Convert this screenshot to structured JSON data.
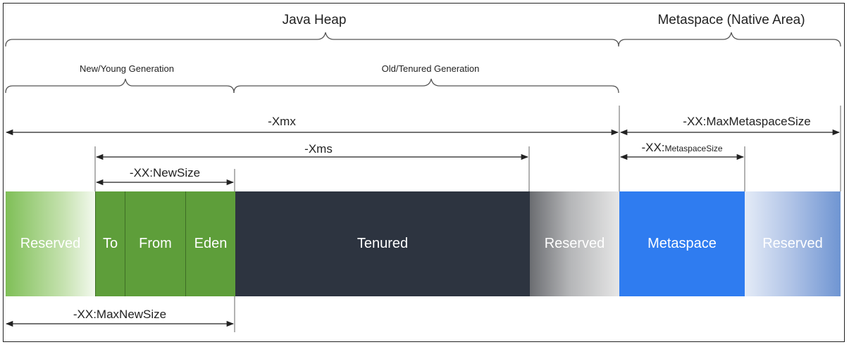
{
  "headers": {
    "java_heap": "Java Heap",
    "metaspace_native": "Metaspace (Native Area)",
    "young_gen": "New/Young  Generation",
    "old_gen": "Old/Tenured Generation"
  },
  "flags": {
    "xmx": "-Xmx",
    "xms": "-Xms",
    "new_size": "-XX:NewSize",
    "max_new_size": "-XX:MaxNewSize",
    "max_metaspace": "-XX:MaxMetaspaceSize",
    "metaspace_prefix": "-XX:",
    "metaspace_suffix": "MetaspaceSize"
  },
  "blocks": {
    "reserved_young": "Reserved",
    "to": "To",
    "from": "From",
    "eden": "Eden",
    "tenured": "Tenured",
    "reserved_old": "Reserved",
    "metaspace": "Metaspace",
    "reserved_meta": "Reserved"
  },
  "colors": {
    "young_green": "#5e9e3a",
    "reserved_green_start": "#7fbf57",
    "tenured_dark": "#2d3440",
    "metaspace_blue": "#2f7cf0",
    "reserved_blue_end": "#6f95d2"
  }
}
